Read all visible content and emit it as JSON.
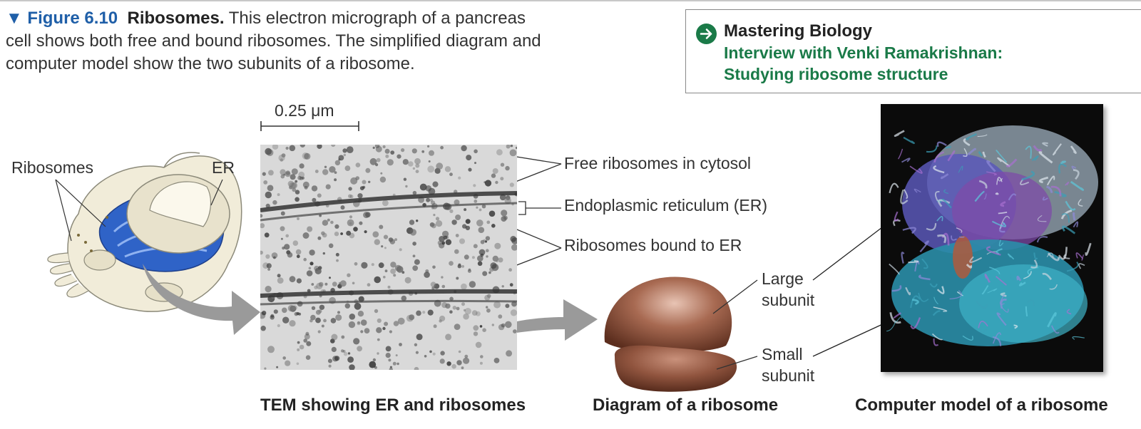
{
  "caption": {
    "figure_number": "▼ Figure 6.10",
    "figure_title": "Ribosomes.",
    "line1": "This electron micrograph of a pancreas",
    "line2": "cell shows both free and bound ribosomes. The simplified diagram and",
    "line3": "computer model show the two subunits of a ribosome."
  },
  "mastering": {
    "heading": "Mastering Biology",
    "link_line1": "Interview with Venki Ramakrishnan:",
    "link_line2": "Studying ribosome structure",
    "accent_color": "#1a7a48",
    "icon": "arrow-right-circle-icon"
  },
  "cell_diagram": {
    "label_ribosomes": "Ribosomes",
    "label_er": "ER"
  },
  "tem": {
    "scale_bar": "0.25 μm",
    "label_free": "Free ribosomes in cytosol",
    "label_er": "Endoplasmic reticulum (ER)",
    "label_bound": "Ribosomes bound to ER",
    "caption": "TEM showing ER and ribosomes"
  },
  "ribosome_diagram": {
    "label_large_1": "Large",
    "label_large_2": "subunit",
    "label_small_1": "Small",
    "label_small_2": "subunit",
    "caption": "Diagram of a ribosome"
  },
  "computer_model": {
    "caption": "Computer model of a ribosome"
  }
}
